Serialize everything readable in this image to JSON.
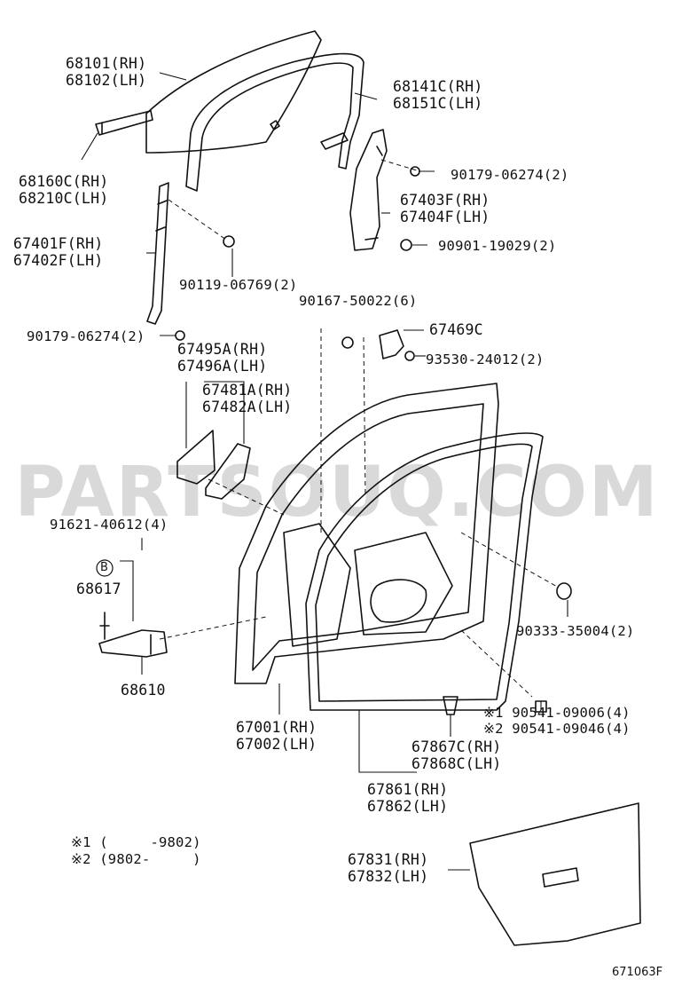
{
  "watermark": "PARTSOUQ.COM",
  "figure_code": "671063F",
  "labels": {
    "glass": [
      "68101(RH)",
      "68102(LH)"
    ],
    "run_channel": [
      "68141C(RH)",
      "68151C(LH)"
    ],
    "channel_sub": [
      "68160C(RH)",
      "68210C(LH)"
    ],
    "rear_channel": [
      "67401F(RH)",
      "67402F(LH)"
    ],
    "bolt_90119": "90119-06769(2)",
    "nut_90179_left": "90179-06274(2)",
    "nut_90179_right": "90179-06274(2)",
    "regulator": [
      "67403F(RH)",
      "67404F(LH)"
    ],
    "bolt_90901": "90901-19029(2)",
    "clip_90167": "90167-50022(6)",
    "bracket": "67469C",
    "screw_93530": "93530-24012(2)",
    "cover_67495": [
      "67495A(RH)",
      "67496A(LH)"
    ],
    "seal_67481": [
      "67481A(RH)",
      "67482A(LH)"
    ],
    "bolt_91621": "91621-40612(4)",
    "circle_b": "B",
    "part_68617": "68617",
    "hinge_68610": "68610",
    "plug_90333": "90333-35004(2)",
    "door_panel": [
      "67001(RH)",
      "67002(LH)"
    ],
    "clip_90541_1": "※1 90541-09006(4)",
    "clip_90541_2": "※2 90541-09046(4)",
    "clip_67867": [
      "67867C(RH)",
      "67868C(LH)"
    ],
    "weatherstrip": [
      "67861(RH)",
      "67862(LH)"
    ],
    "trim_panel": [
      "67831(RH)",
      "67832(LH)"
    ],
    "footnote_1": "※1 (     -9802)",
    "footnote_2": "※2 (9802-     )"
  }
}
